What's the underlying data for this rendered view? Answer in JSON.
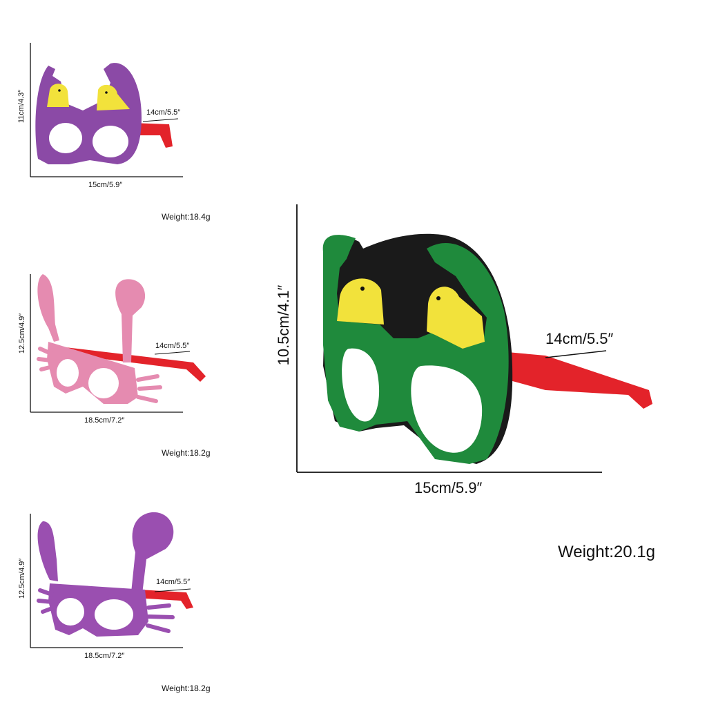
{
  "items": [
    {
      "name": "purple-chick-egg-glasses",
      "height_label": "11cm/4.3″",
      "width_label": "15cm/5.9″",
      "temple_label": "14cm/5.5″",
      "weight_label": "Weight:18.4g",
      "frame_color": "#8b4aa6",
      "accent_color": "#f2e23b"
    },
    {
      "name": "pink-bunny-glasses",
      "height_label": "12.5cm/4.9″",
      "width_label": "18.5cm/7.2″",
      "temple_label": "14cm/5.5″",
      "weight_label": "Weight:18.2g",
      "frame_color": "#e58bb0",
      "accent_color": "#e0317a"
    },
    {
      "name": "purple-bunny-glasses",
      "height_label": "12.5cm/4.9″",
      "width_label": "18.5cm/7.2″",
      "temple_label": "14cm/5.5″",
      "weight_label": "Weight:18.2g",
      "frame_color": "#9a4fb0",
      "accent_color": "#e0317a"
    },
    {
      "name": "green-chick-egg-glasses",
      "height_label": "10.5cm/4.1″",
      "width_label": "15cm/5.9″",
      "temple_label": "14cm/5.5″",
      "weight_label": "Weight:20.1g",
      "frame_color": "#1f8a3c",
      "accent_color": "#f2e23b"
    }
  ],
  "colors": {
    "temple_red": "#e3232a",
    "line": "#111111"
  }
}
